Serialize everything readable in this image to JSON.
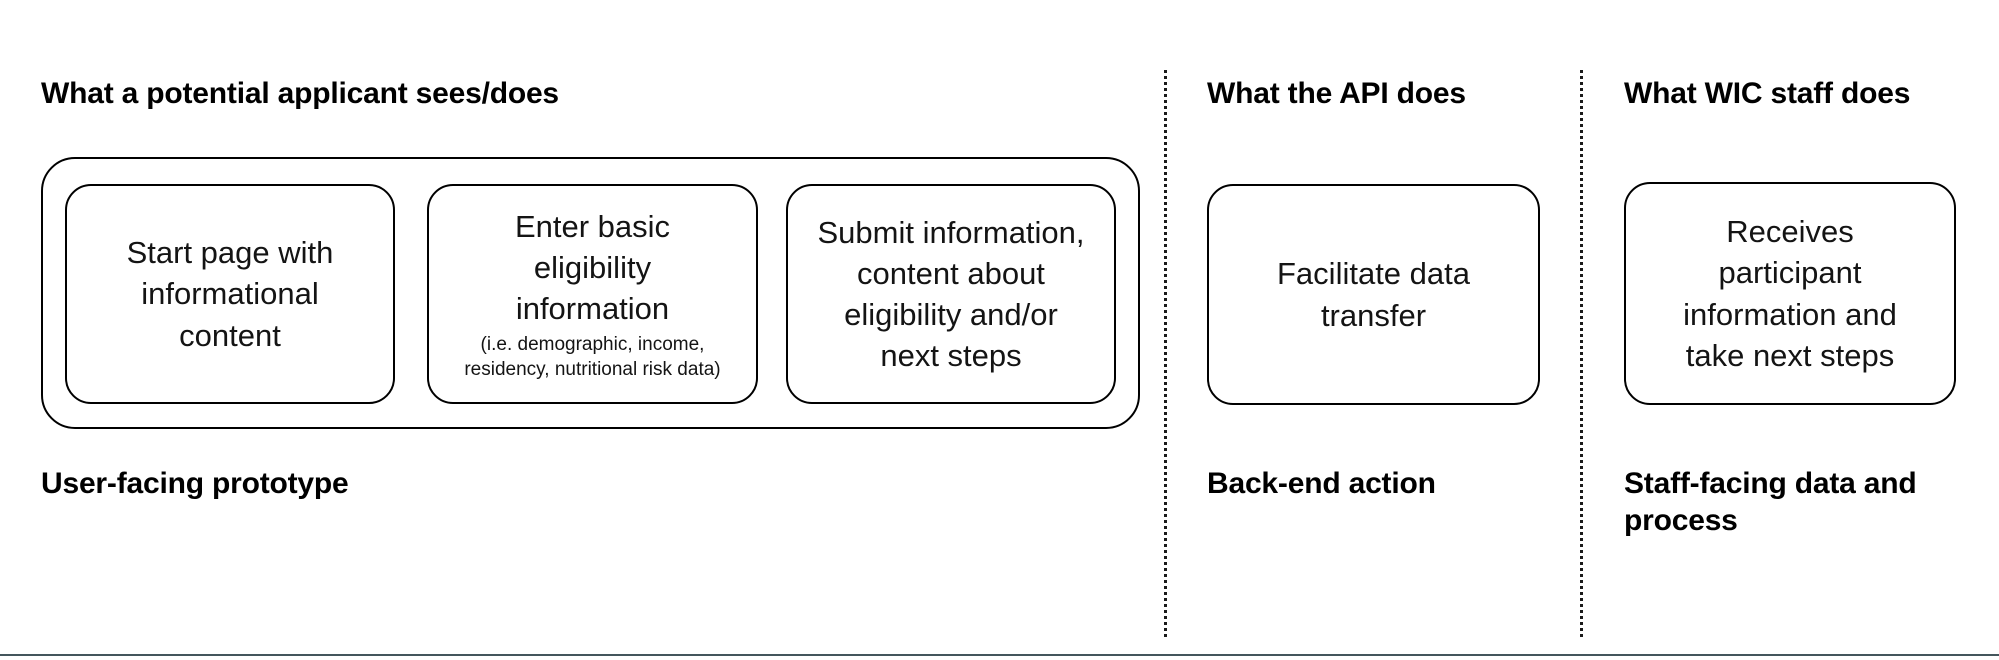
{
  "columns": [
    {
      "id": "applicant",
      "header": "What a potential applicant sees/does",
      "caption": "User-facing prototype"
    },
    {
      "id": "api",
      "header": "What the API does",
      "caption": "Back-end action"
    },
    {
      "id": "staff",
      "header": "What WIC staff does",
      "caption": "Staff-facing data and\nprocess"
    }
  ],
  "nodes": {
    "start": {
      "label": "Start page with\ninformational\ncontent",
      "sub": ""
    },
    "eligibility": {
      "label": "Enter basic\neligibility\ninformation",
      "sub": "(i.e. demographic, income,\nresidency, nutritional risk data)"
    },
    "submit": {
      "label": "Submit information,\ncontent about\neligibility and/or\nnext steps",
      "sub": ""
    },
    "api": {
      "label": "Facilitate data\ntransfer",
      "sub": ""
    },
    "wic": {
      "label": "Receives\nparticipant\ninformation and\ntake next steps",
      "sub": ""
    }
  },
  "colors": {
    "stroke": "#000000",
    "text": "#141414",
    "divider": "#1a1a1a",
    "bottom_rule": "#44565c",
    "background": "#ffffff"
  }
}
